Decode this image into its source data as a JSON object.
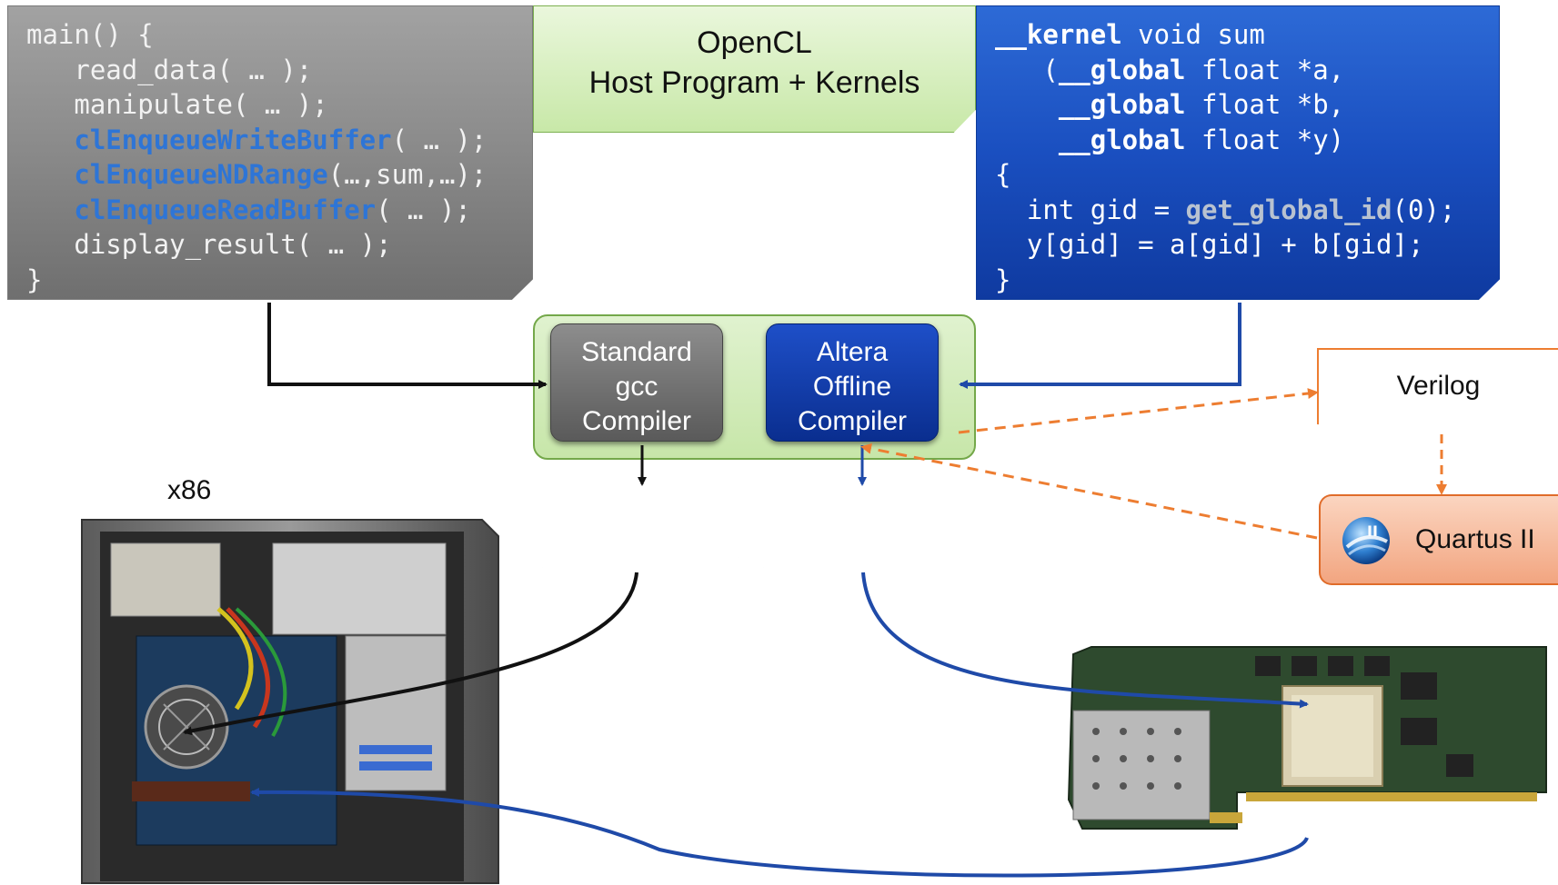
{
  "host_code": {
    "lines": [
      [
        {
          "t": "main() {",
          "c": "plain"
        }
      ],
      [
        {
          "t": "   read_data( … );",
          "c": "plain"
        }
      ],
      [
        {
          "t": "   manipulate( … );",
          "c": "plain"
        }
      ],
      [
        {
          "t": "   ",
          "c": "plain"
        },
        {
          "t": "clEnqueueWriteBuffer",
          "c": "hl-blue"
        },
        {
          "t": "( … );",
          "c": "plain"
        }
      ],
      [
        {
          "t": "   ",
          "c": "plain"
        },
        {
          "t": "clEnqueueNDRange",
          "c": "hl-blue"
        },
        {
          "t": "(…,sum,…);",
          "c": "plain"
        }
      ],
      [
        {
          "t": "   ",
          "c": "plain"
        },
        {
          "t": "clEnqueueReadBuffer",
          "c": "hl-blue"
        },
        {
          "t": "( … );",
          "c": "plain"
        }
      ],
      [
        {
          "t": "   display_result( … );",
          "c": "plain"
        }
      ],
      [
        {
          "t": "}",
          "c": "plain"
        }
      ]
    ]
  },
  "title_note": {
    "line1": "OpenCL",
    "line2": "Host Program + Kernels"
  },
  "kernel_code": {
    "lines": [
      [
        {
          "t": "__kernel",
          "c": "hl-white"
        },
        {
          "t": " void sum",
          "c": "plain"
        }
      ],
      [
        {
          "t": "   (",
          "c": "plain"
        },
        {
          "t": "__global",
          "c": "hl-white"
        },
        {
          "t": " float *a,",
          "c": "plain"
        }
      ],
      [
        {
          "t": "    ",
          "c": "plain"
        },
        {
          "t": "__global",
          "c": "hl-white"
        },
        {
          "t": " float *b,",
          "c": "plain"
        }
      ],
      [
        {
          "t": "    ",
          "c": "plain"
        },
        {
          "t": "__global",
          "c": "hl-white"
        },
        {
          "t": " float *y)",
          "c": "plain"
        }
      ],
      [
        {
          "t": "{",
          "c": "plain"
        }
      ],
      [
        {
          "t": "  int gid = ",
          "c": "plain"
        },
        {
          "t": "get_global_id",
          "c": "hl-grey"
        },
        {
          "t": "(0);",
          "c": "plain"
        }
      ],
      [
        {
          "t": "  y[gid] = a[gid] + b[gid];",
          "c": "plain"
        }
      ],
      [
        {
          "t": "}",
          "c": "plain"
        }
      ]
    ]
  },
  "compilers": {
    "gcc": [
      "Standard",
      "gcc",
      "Compiler"
    ],
    "aoc": [
      "Altera",
      "Offline",
      "Compiler"
    ]
  },
  "tools": {
    "verilog": "Verilog",
    "quartus": "Quartus II"
  },
  "hardware": {
    "host_label": "x86"
  },
  "colors": {
    "host_arrow": "#111111",
    "kernel_arrow": "#1f4aa8",
    "tool_arrow": "#ed7d31"
  }
}
